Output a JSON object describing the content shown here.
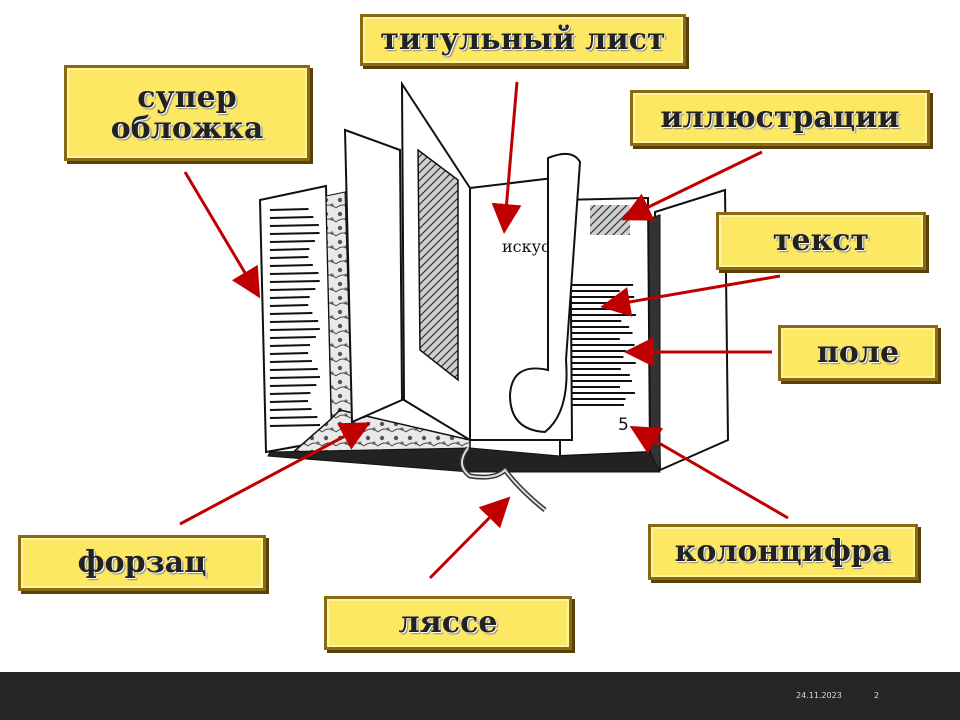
{
  "labels": {
    "title_page": "титульный лист",
    "dust_jacket": "супер обложка",
    "illustrations": "иллюстрации",
    "text": "текст",
    "margin": "поле",
    "endpaper": "форзац",
    "page_number": "колонцифра",
    "ribbon": "ляссе"
  },
  "book": {
    "page_number_value": "5",
    "title_page_text": "искус"
  },
  "footer": {
    "date": "24.11.2023",
    "slide_number": "2"
  },
  "colors": {
    "label_fill": "#fde863",
    "label_border": "#8a6a10",
    "arrow": "#c00000",
    "footer_bg": "#262626"
  }
}
